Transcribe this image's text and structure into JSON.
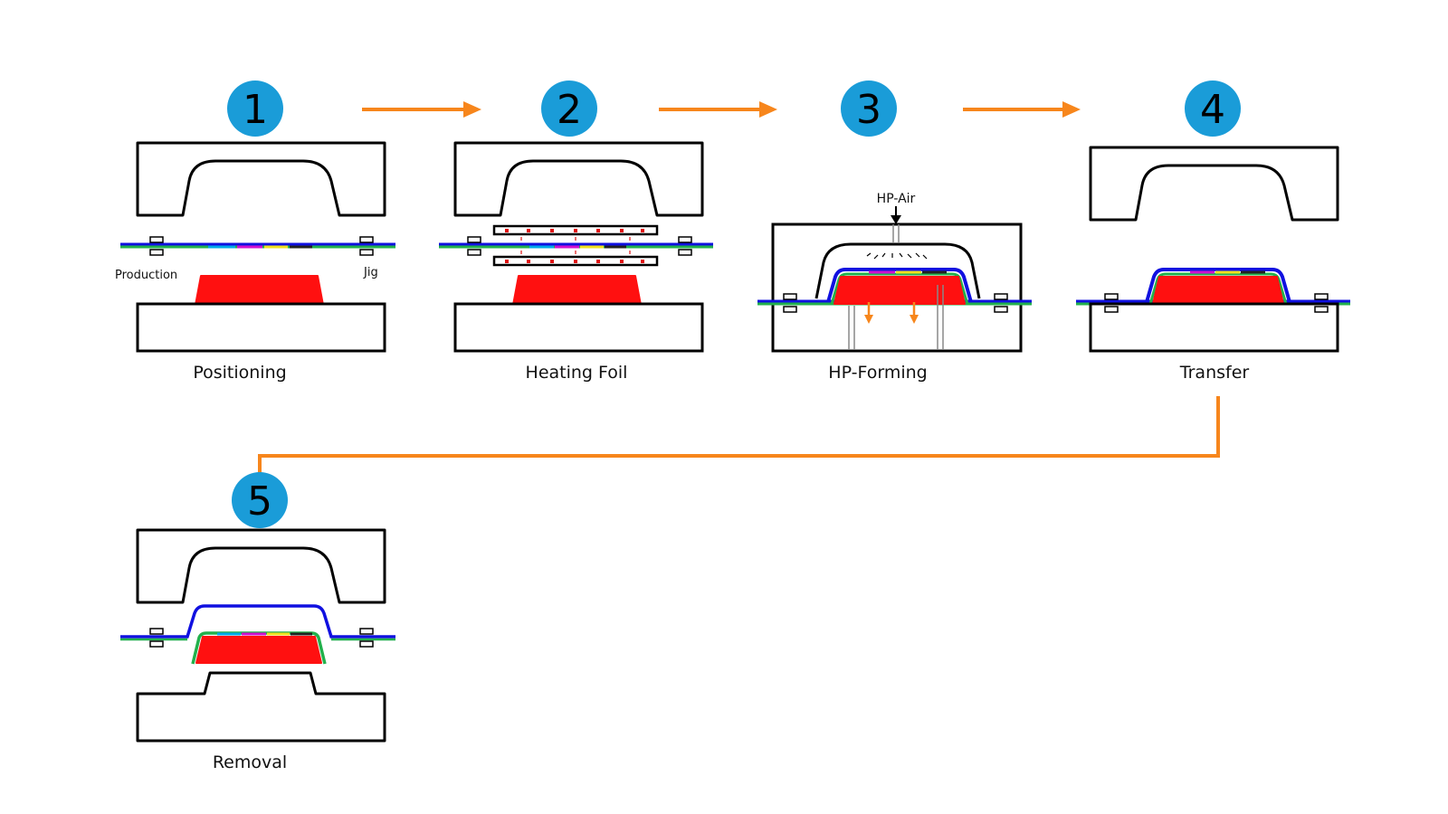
{
  "colors": {
    "step_badge": "#1a9cd8",
    "flow_arrow": "#f7861c",
    "tool_outline": "#000000",
    "carrier_film": "#1010e0",
    "decor_layer": "#22b14c",
    "part": "#ff1010",
    "heater_dots": "#e01010"
  },
  "steps": [
    {
      "number": "1",
      "caption": "Positioning"
    },
    {
      "number": "2",
      "caption": "Heating Foil"
    },
    {
      "number": "3",
      "caption": "HP-Forming"
    },
    {
      "number": "4",
      "caption": "Transfer"
    },
    {
      "number": "5",
      "caption": "Removal"
    }
  ],
  "labels": {
    "production": "Production",
    "jig": "Jig",
    "hp_air": "HP-Air"
  },
  "icons": {
    "flow_arrow": "arrow-right-icon",
    "air_arrow": "arrow-down-icon",
    "pressure_arrow": "arrow-down-icon"
  }
}
